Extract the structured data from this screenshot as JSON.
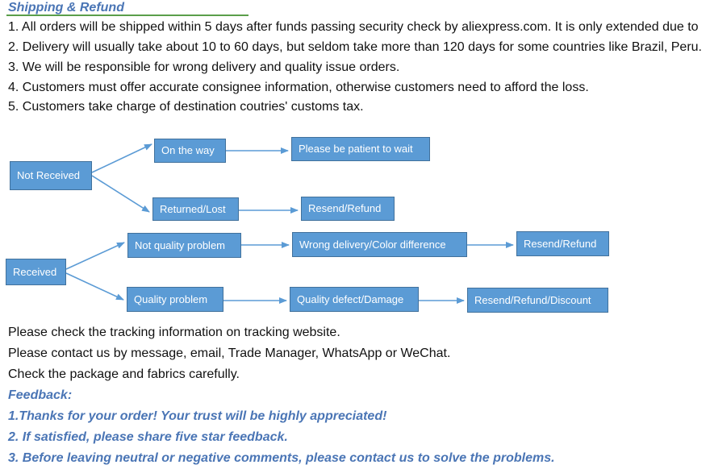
{
  "shipping": {
    "heading": "Shipping & Refund",
    "lines": [
      "1. All orders will be shipped within 5 days after funds passing security check by aliexpress.com. It is only extended due to",
      "2. Delivery will usually take about 10 to 60 days, but seldom take more than 120 days for some countries like Brazil, Peru.",
      "3. We will be responsible for wrong delivery and quality issue orders.",
      "4. Customers must offer accurate consignee information, otherwise customers need to afford the loss.",
      "5. Customers take charge of destination coutries' customs tax."
    ]
  },
  "flow": {
    "not_received": "Not Received",
    "on_the_way": "On the way",
    "be_patient": "Please be patient to wait",
    "returned_lost": "Returned/Lost",
    "resend_refund_1": "Resend/Refund",
    "received": "Received",
    "not_quality_problem": "Not quality problem",
    "wrong_delivery": "Wrong delivery/Color difference",
    "resend_refund_2": "Resend/Refund",
    "quality_problem": "Quality problem",
    "quality_defect": "Quality defect/Damage",
    "resend_refund_discount": "Resend/Refund/Discount",
    "box_color": "#5b9bd5",
    "arrow_color": "#5b9bd5"
  },
  "notes": [
    "Please check the tracking information on tracking website.",
    "Please contact us by message, email, Trade Manager, WhatsApp or WeChat.",
    "Check the package and fabrics carefully."
  ],
  "feedback": {
    "heading": "Feedback:",
    "lines": [
      "1.Thanks for your order! Your trust will be highly appreciated!",
      "2. If satisfied, please share five star feedback.",
      "3. Before leaving neutral or negative comments, please contact us to solve the problems."
    ]
  }
}
